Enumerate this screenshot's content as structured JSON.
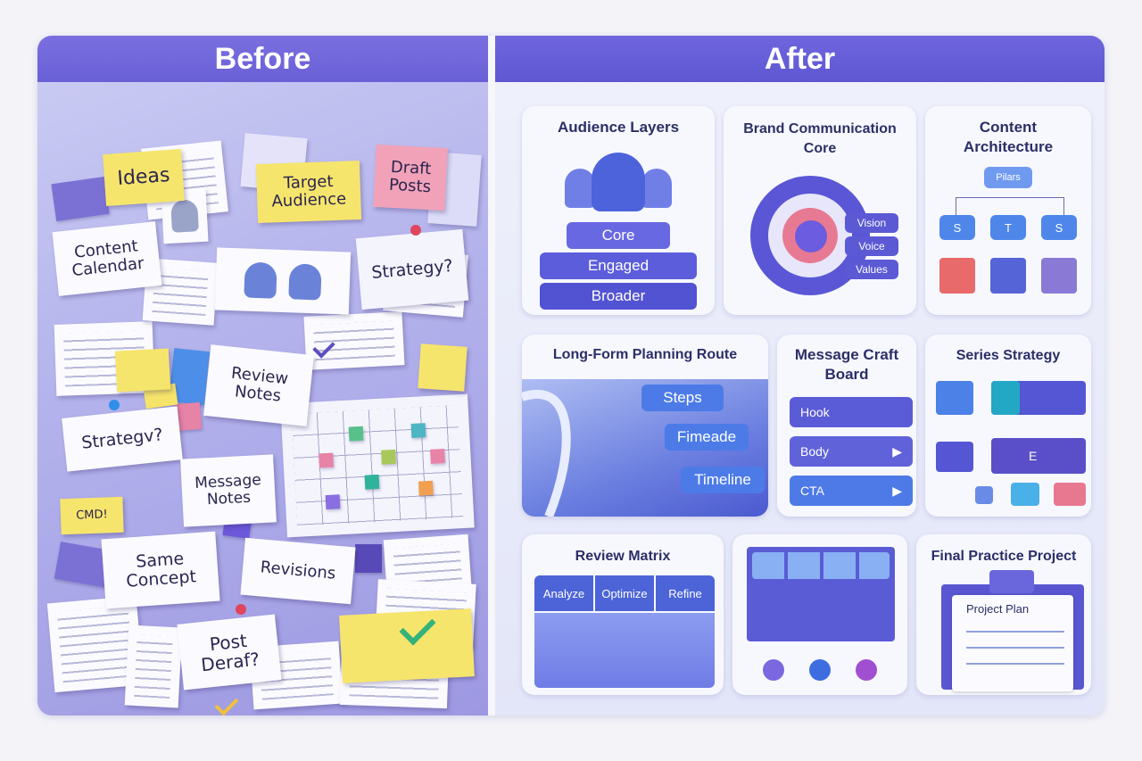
{
  "before": {
    "header": "Before",
    "notes": {
      "ideas": "Ideas",
      "target_audience": "Target Audience",
      "draft_posts": "Draft Posts",
      "content_calendar": "Content Calendar",
      "strategy_1": "Strategy?",
      "review_notes": "Review Notes",
      "strategy_2": "Strategv?",
      "message_notes": "Message Notes",
      "cmd": "CMD!",
      "same_concept": "Same Concept",
      "revisions": "Revisions",
      "post_draft": "Post Deraf?"
    }
  },
  "after": {
    "header": "After",
    "audience_layers": {
      "title": "Audience Layers",
      "layers": [
        "Core",
        "Engaged",
        "Broader"
      ]
    },
    "brand_core": {
      "title": "Brand Communication Core",
      "labels": [
        "Vision",
        "Voice",
        "Values"
      ]
    },
    "content_architecture": {
      "title": "Content Architecture",
      "root": "Pilars",
      "children": [
        "S",
        "T",
        "S"
      ]
    },
    "long_form": {
      "title": "Long-Form Planning Route",
      "steps": [
        "Steps",
        "Fimeade",
        "Timeline"
      ]
    },
    "message_craft": {
      "title": "Message Craft Board",
      "rows": [
        "Hook",
        "Body",
        "CTA"
      ]
    },
    "series_strategy": {
      "title": "Series Strategy",
      "label": "E"
    },
    "review_matrix": {
      "title": "Review Matrix",
      "columns": [
        "Analyze",
        "Optimize",
        "Refine"
      ]
    },
    "final_project": {
      "title": "Final Practice Project",
      "plan_title": "Project Plan"
    }
  },
  "colors": {
    "header_before": "#7a6fe0",
    "header_after": "#5e57d2",
    "accent": "#5b5be6",
    "title_text": "#2b2f66"
  }
}
